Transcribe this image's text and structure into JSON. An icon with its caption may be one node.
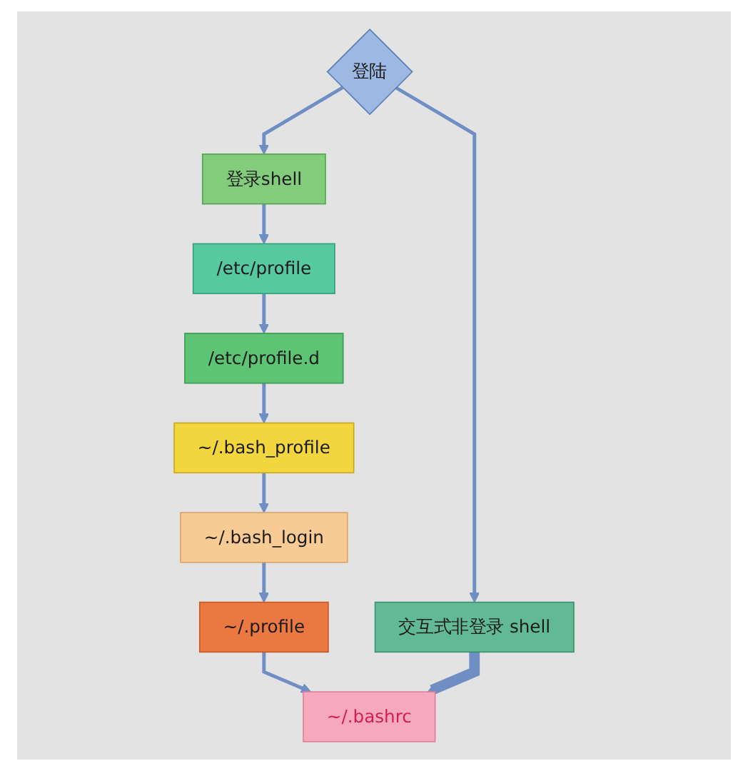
{
  "diagram": {
    "nodes": [
      {
        "text": [
          "登陆"
        ]
      },
      {
        "text": [
          "交互式非登录 shell"
        ]
      },
      {
        "text": [
          "登录shell"
        ]
      },
      {
        "text": [
          "/etc/profile"
        ]
      },
      {
        "text": [
          "/etc/profile.d"
        ]
      },
      {
        "text": [
          "~/.bash_profile"
        ]
      },
      {
        "text": [
          "~/.bash_login"
        ]
      },
      {
        "text": [
          "~/.bashrc"
        ]
      },
      {
        "text": [
          "~/.profile"
        ]
      }
    ],
    "edges": [
      {
        "from": 0,
        "to": 1,
        "arrow": "to"
      },
      {
        "from": 0,
        "to": 2,
        "arrow": "to"
      },
      {
        "from": 2,
        "to": 3,
        "arrow": "to"
      },
      {
        "from": 3,
        "to": 4,
        "arrow": "to"
      },
      {
        "from": 4,
        "to": 5,
        "arrow": "to"
      },
      {
        "from": 5,
        "to": 6,
        "arrow": "to"
      },
      {
        "from": 6,
        "to": 8,
        "arrow": "to"
      },
      {
        "from": 8,
        "to": 7,
        "arrow": "to"
      },
      {
        "from": 1,
        "to": 7,
        "arrow": "to",
        "style": "thick"
      }
    ]
  }
}
